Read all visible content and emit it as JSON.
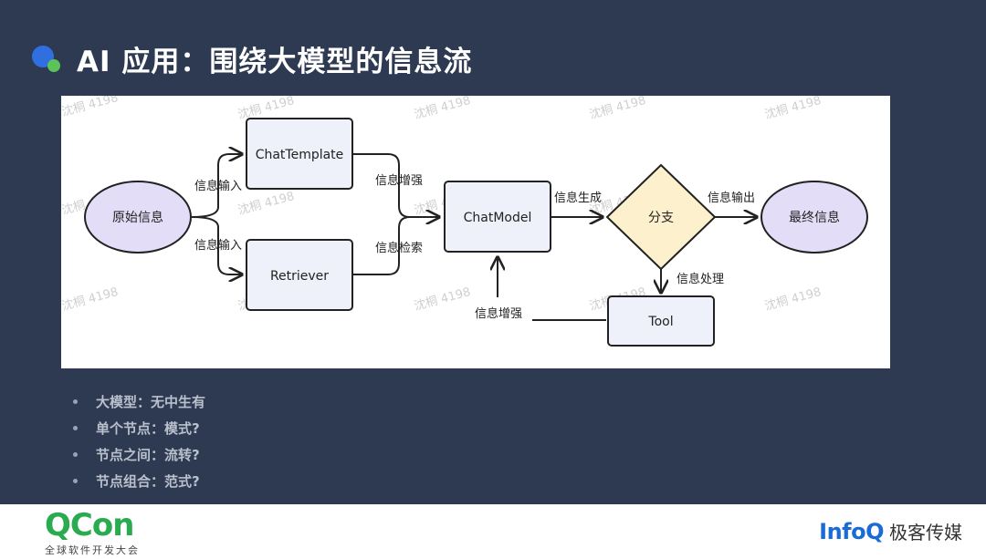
{
  "title": "AI 应用：围绕大模型的信息流",
  "diagram": {
    "nodes": {
      "source": "原始信息",
      "chat_template": "ChatTemplate",
      "retriever": "Retriever",
      "chat_model": "ChatModel",
      "branch": "分支",
      "final": "最终信息",
      "tool": "Tool"
    },
    "edges": {
      "input_top": "信息输入",
      "input_bottom": "信息输入",
      "enhance": "信息增强",
      "retrieve": "信息检索",
      "generate": "信息生成",
      "output": "信息输出",
      "process": "信息处理",
      "tool_enhance": "信息增强"
    },
    "watermark": "沈桐 4198",
    "colors": {
      "circle_fill": "#e3ddf7",
      "rect_fill": "#eef1f9",
      "diamond_fill": "#fdf1cd",
      "stroke": "#222222"
    }
  },
  "bullets": [
    "大模型：无中生有",
    "单个节点：模式?",
    "节点之间：流转?",
    "节点组合：范式?"
  ],
  "footer": {
    "qcon_logo": "QCon",
    "qcon_sub": "全球软件开发大会",
    "infoq_logo": "InfoQ",
    "infoq_cn": "极客传媒"
  }
}
